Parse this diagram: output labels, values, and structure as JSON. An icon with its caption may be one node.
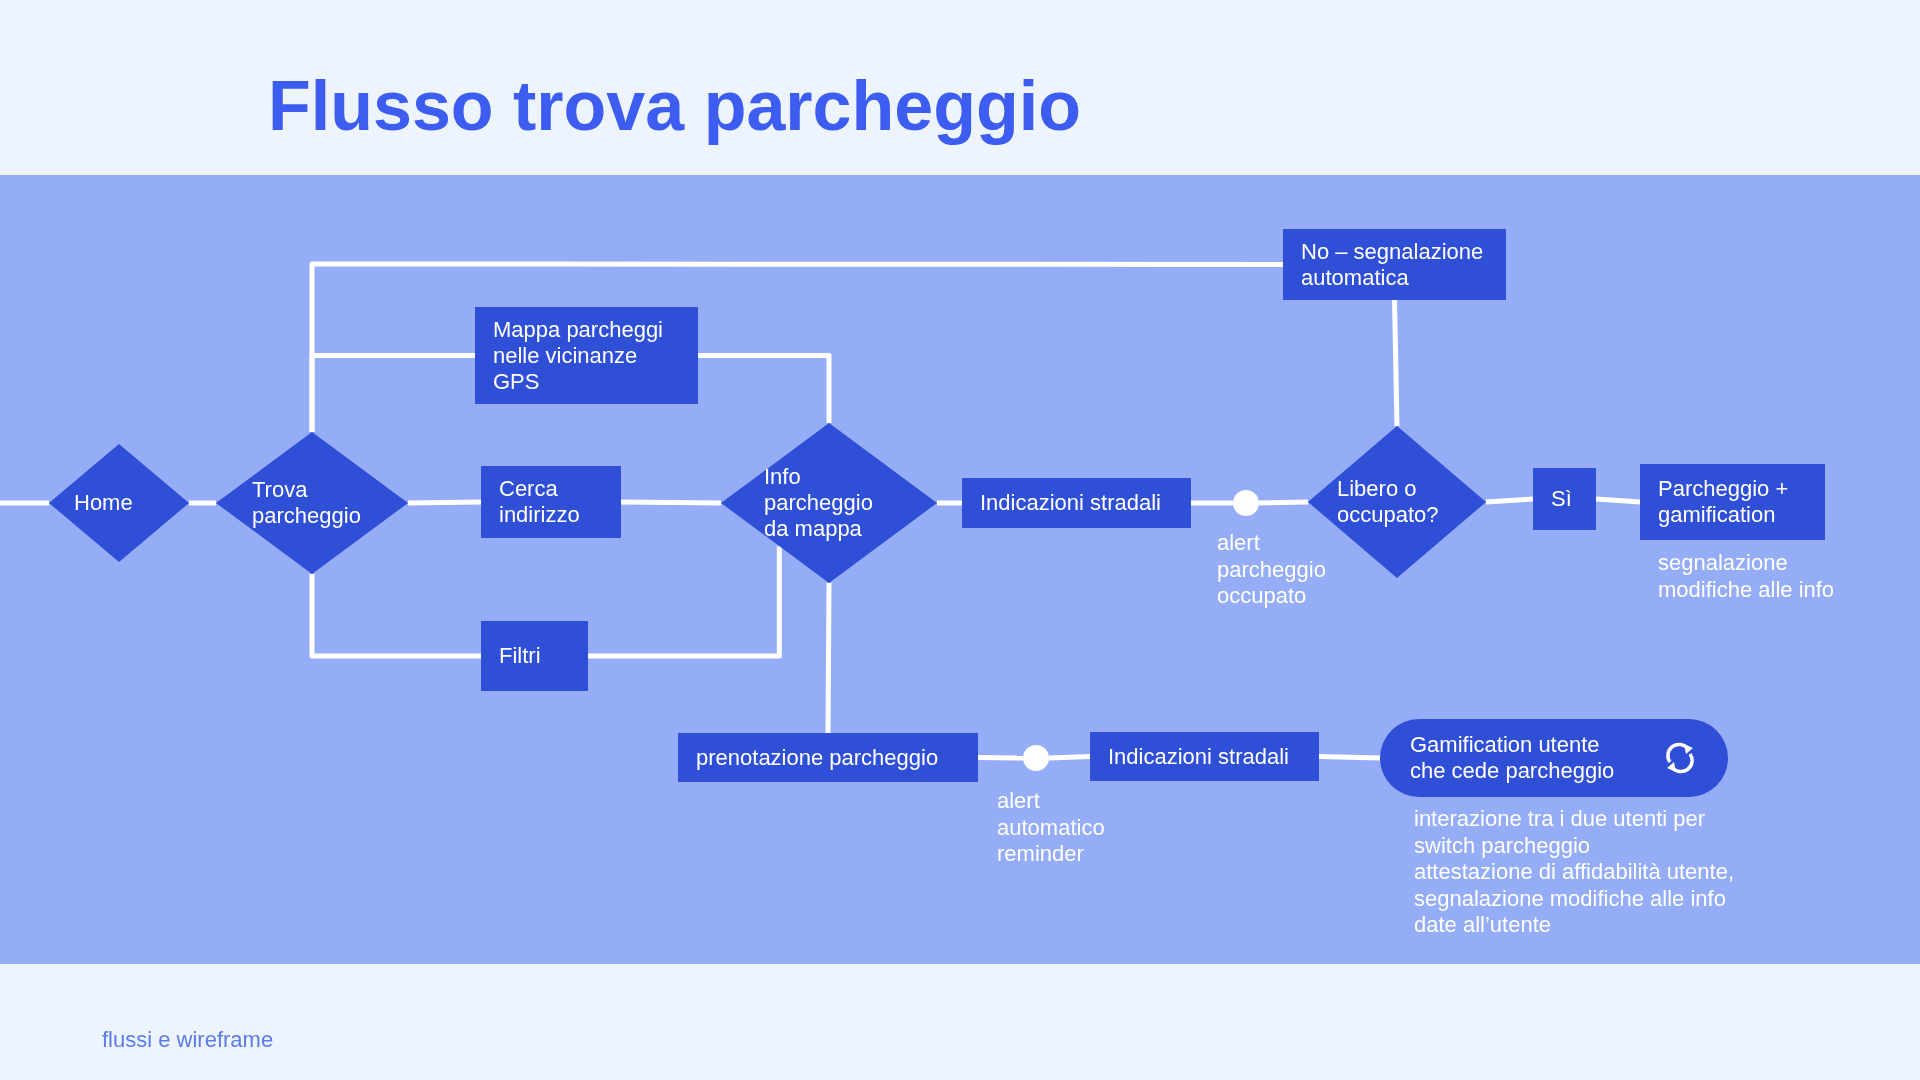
{
  "diagram": {
    "title": "Flusso trova parcheggio",
    "nodes": [
      {
        "text": [
          "Home"
        ]
      },
      {
        "text": [
          "Trova parcheggio"
        ]
      },
      {
        "text": [
          "Mappa parcheggi nelle vicinanze GPS"
        ]
      },
      {
        "text": [
          "Cerca indirizzo"
        ]
      },
      {
        "text": [
          "Filtri"
        ]
      },
      {
        "text": [
          "Info parcheggio da mappa"
        ]
      },
      {
        "text": [
          "Indicazioni stradali"
        ]
      },
      {
        "text": [],
        "shape": "circle"
      },
      {
        "text": [
          "Libero o occupato?"
        ]
      },
      {
        "text": [
          "No – segnalazione automatica"
        ]
      },
      {
        "text": [
          "Sì"
        ]
      },
      {
        "text": [
          "Parcheggio + gamification"
        ],
        "beside": [
          "segnalazione modifiche alle info"
        ]
      },
      {
        "text": [
          "prenotazione parcheggio"
        ]
      },
      {
        "text": [],
        "shape": "circle",
        "beside": [
          "alert automatico reminder"
        ]
      },
      {
        "text": [
          "Indicazioni stradali"
        ]
      },
      {
        "text": [
          "Gamification utente che cede parcheggio"
        ],
        "beside": [
          "interazione tra i due utenti per switch parcheggio",
          "attestazione di affidabilità utente, segnalazione modifiche alle info date all’utente"
        ]
      }
    ],
    "edges": [
      {
        "from": null,
        "to": 0,
        "arrow": "none"
      },
      {
        "from": 0,
        "to": 1,
        "arrow": "none"
      },
      {
        "from": 1,
        "to": 2,
        "arrow": "none"
      },
      {
        "from": 9,
        "to": 1,
        "arrow": "none"
      },
      {
        "from": 1,
        "to": 3,
        "arrow": "none"
      },
      {
        "from": 1,
        "to": 4,
        "arrow": "none"
      },
      {
        "from": 2,
        "to": 5,
        "arrow": "none"
      },
      {
        "from": 3,
        "to": 5,
        "arrow": "none"
      },
      {
        "from": 4,
        "to": 5,
        "arrow": "none"
      },
      {
        "from": 5,
        "to": 6,
        "arrow": "none"
      },
      {
        "from": 6,
        "to": 7,
        "arrow": "none"
      },
      {
        "from": 7,
        "to": 8,
        "arrow": "none"
      },
      {
        "from": 8,
        "to": 9,
        "arrow": "none"
      },
      {
        "from": 8,
        "to": 10,
        "arrow": "none"
      },
      {
        "from": 10,
        "to": 11,
        "arrow": "none"
      },
      {
        "from": 5,
        "to": 12,
        "arrow": "none"
      },
      {
        "from": 12,
        "to": 13,
        "arrow": "none"
      },
      {
        "from": 13,
        "to": 14,
        "arrow": "none"
      },
      {
        "from": 14,
        "to": 15,
        "arrow": "none"
      }
    ],
    "labels": [
      "alert parcheggio occupato",
      "flussi e wireframe"
    ]
  }
}
